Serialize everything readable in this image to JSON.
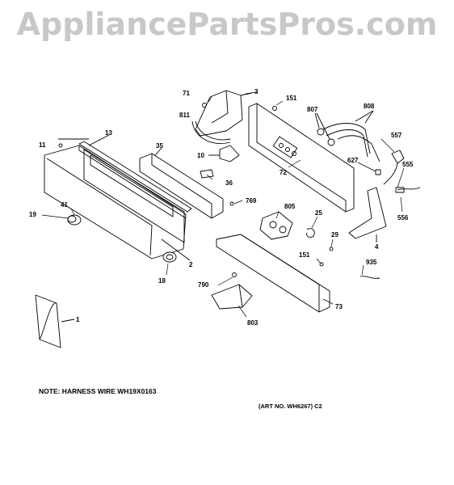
{
  "watermark": "AppliancePartsPros.com",
  "note": "NOTE: HARNESS WIRE WH19X0163",
  "art_number": "(ART NO. WH6267) C2",
  "callouts": {
    "c71": "71",
    "c3": "3",
    "c151a": "151",
    "c807": "807",
    "c808": "808",
    "c811": "811",
    "c13": "13",
    "c11": "11",
    "c35": "35",
    "c10": "10",
    "c557": "557",
    "c627": "627",
    "c555": "555",
    "c72": "72",
    "c36": "36",
    "c769": "769",
    "c41": "41",
    "c19": "19",
    "c805": "805",
    "c25": "25",
    "c556": "556",
    "c29": "29",
    "c4": "4",
    "c151b": "151",
    "c2": "2",
    "c935": "935",
    "c18": "18",
    "c790": "790",
    "c73": "73",
    "c1": "1",
    "c803": "803"
  }
}
